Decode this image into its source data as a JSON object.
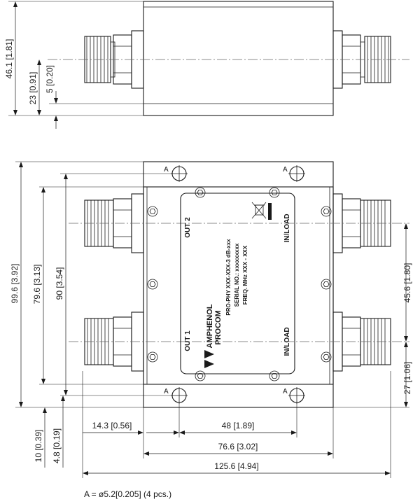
{
  "top_view": {
    "dim_height_overall": "46.1 [1.81]",
    "dim_to_centerline": "23 [0.91]",
    "dim_offset": "5 [0.20]"
  },
  "bottom_view": {
    "dim_overall_height": "99.6 [3.92]",
    "dim_body_height": "79.6 [3.13]",
    "dim_hole_spacing_v": "90 [3.54]",
    "dim_port_spacing": "45.6 [1.80]",
    "dim_port_from_bottom": "27 [1.06]",
    "dim_hole_from_bottom": "10 [0.39]",
    "dim_body_from_bottom": "4.8 [0.19]",
    "dim_hole_from_left": "14.3 [0.56]",
    "dim_hole_spacing_h": "48 [1.89]",
    "dim_body_width": "76.6 [3.02]",
    "dim_overall_width": "125.6 [4.94]",
    "hole_marker": "A",
    "port_out2": "OUT 2",
    "port_out1": "OUT 1",
    "port_in_load_top": "IN/LOAD",
    "port_in_load_bottom": "IN/LOAD",
    "label_line1": "PRO-PHY XXX-XXX-3 dB-xxx",
    "label_line2": "SERIAL NO.: xxxxxxxxx",
    "label_line3": "FREQ. MHz   XXX - XXX",
    "brand_line1": "AMPHENOL",
    "brand_line2": "PROCOM"
  },
  "footnote": "A = ø5.2[0.205] (4 pcs.)"
}
